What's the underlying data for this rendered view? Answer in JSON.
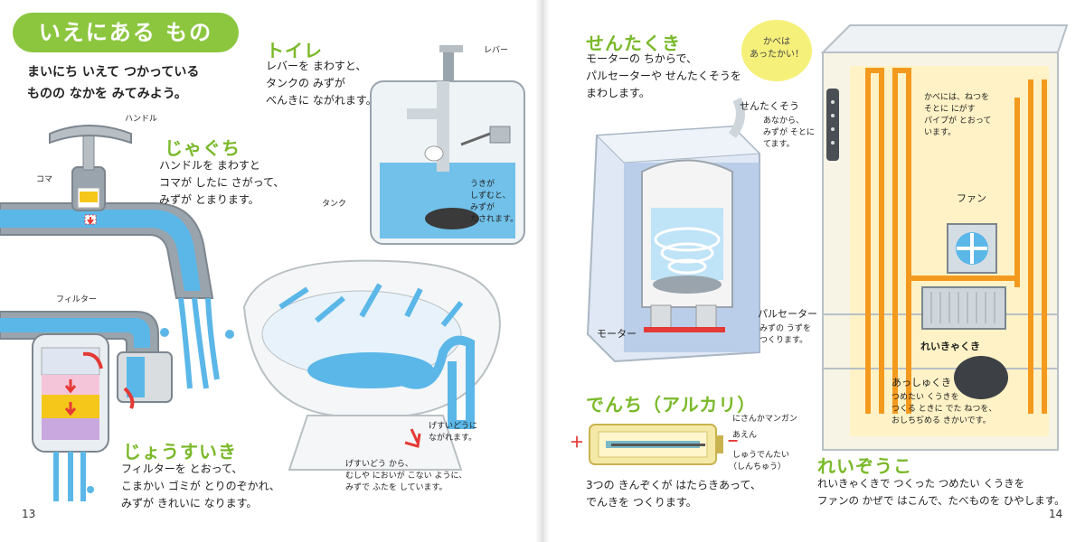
{
  "title": "いえにある もの",
  "intro": [
    "まいにち いえて つかっている",
    "ものの なかを みてみよう。"
  ],
  "faucet": {
    "heading": "じゃぐち",
    "desc": [
      "ハンドルを まわすと",
      "コマが したに さがって、",
      "みずが とまります。"
    ],
    "labels": {
      "handle": "ハンドル",
      "koma": "コマ"
    }
  },
  "toilet": {
    "heading": "トイレ",
    "desc": [
      "レバーを まわすと、",
      "タンクの みずが",
      "べんきに ながれます。"
    ],
    "labels": {
      "lever": "レバー",
      "tank": "タンク",
      "float": [
        "うきが",
        "しずむと、",
        "みずが",
        "たされます。"
      ],
      "drain": [
        "げすいどうに",
        "ながれます。"
      ],
      "trap": [
        "げすいどう から、",
        "むしや においが こない ように、",
        "みずで ふたを しています。"
      ]
    }
  },
  "purifier": {
    "heading": "じょうすいき",
    "desc": [
      "フィルターを とおって、",
      "こまかい ゴミが とりのぞかれ、",
      "みずが きれいに なります。"
    ],
    "labels": {
      "filter": "フィルター"
    }
  },
  "washer": {
    "heading": "せんたくき",
    "desc": [
      "モーターの ちからで、",
      "パルセーターや せんたくそうを",
      "まわします。"
    ],
    "labels": {
      "tub": "せんたくそう",
      "tub_desc": [
        "あなから、",
        "みずが そとに",
        "てます。"
      ],
      "motor": "モーター",
      "pulsator": "パルセーター",
      "pulsator_desc": [
        "みずの うずを",
        "つくります。"
      ]
    }
  },
  "battery": {
    "heading": "でんち（アルカリ）",
    "desc": [
      "3つの きんぞくが はたらきあって、",
      "でんきを つくります。"
    ],
    "labels": {
      "manganese": "にさんかマンガン",
      "zinc": "あえん",
      "collector": "しゅうでんたい",
      "collector_sub": "（しんちゅう）",
      "plus": "＋",
      "minus": "−"
    }
  },
  "fridge": {
    "heading": "れいぞうこ",
    "desc": [
      "れいきゃくきで つくった つめたい くうきを",
      "ファンの かぜで はこんで、たべものを ひやします。"
    ],
    "bubble": [
      "かべは",
      "あったかい！"
    ],
    "labels": {
      "walls": [
        "かべには、ねつを",
        "そとに にがす",
        "パイプが とおって",
        "います。"
      ],
      "fan": "ファン",
      "cooler": "れいきゃくき",
      "compressor": "あっしゅくき",
      "compressor_desc": [
        "つめたい くうきを",
        "つくる ときに でた ねつを、",
        "おしちぢめる きかいです。"
      ]
    }
  },
  "page_numbers": {
    "left": "13",
    "right": "14"
  },
  "colors": {
    "accent": "#8cc63f",
    "heading": "#7ab929",
    "water": "#5bb7e8",
    "pipe": "#f39a1e",
    "bubble": "#f5f07a"
  }
}
